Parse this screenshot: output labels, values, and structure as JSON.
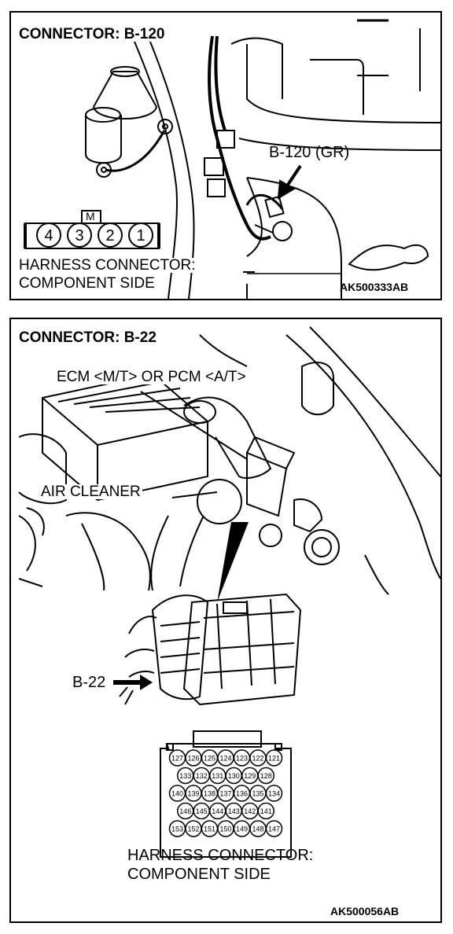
{
  "panel1": {
    "title": "CONNECTOR: B-120",
    "callout": "B-120 (GR)",
    "connector_key": "M",
    "pins": [
      "4",
      "3",
      "2",
      "1"
    ],
    "caption_line1": "HARNESS CONNECTOR:",
    "caption_line2": "COMPONENT SIDE",
    "code": "AK500333AB"
  },
  "panel2": {
    "title": "CONNECTOR: B-22",
    "ecm_label": "ECM <M/T> OR PCM <A/T>",
    "air_cleaner_label": "AIR CLEANER",
    "pointer_label": "B-22",
    "pin_rows": [
      [
        "127",
        "126",
        "125",
        "124",
        "123",
        "122",
        "121"
      ],
      [
        "133",
        "132",
        "131",
        "130",
        "129",
        "128"
      ],
      [
        "140",
        "139",
        "138",
        "137",
        "136",
        "135",
        "134"
      ],
      [
        "146",
        "145",
        "144",
        "143",
        "142",
        "141"
      ],
      [
        "153",
        "152",
        "151",
        "150",
        "149",
        "148",
        "147"
      ]
    ],
    "caption_line1": "HARNESS CONNECTOR:",
    "caption_line2": "COMPONENT SIDE",
    "code": "AK500056AB"
  }
}
